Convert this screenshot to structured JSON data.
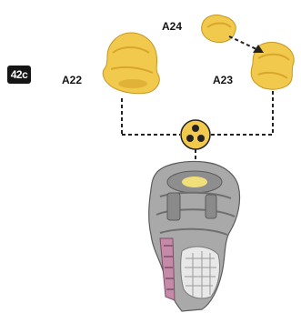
{
  "step": {
    "number": "42c"
  },
  "parts": {
    "a22": {
      "label": "A22"
    },
    "a23": {
      "label": "A23"
    },
    "a24": {
      "label": "A24"
    }
  },
  "colors": {
    "part_yellow": "#f1c94c",
    "part_shadow": "#d8a62a",
    "body_grey": "#a9a9a9",
    "body_dark": "#6f6f6f",
    "accent_pink": "#c58aa8",
    "line": "#222222"
  }
}
